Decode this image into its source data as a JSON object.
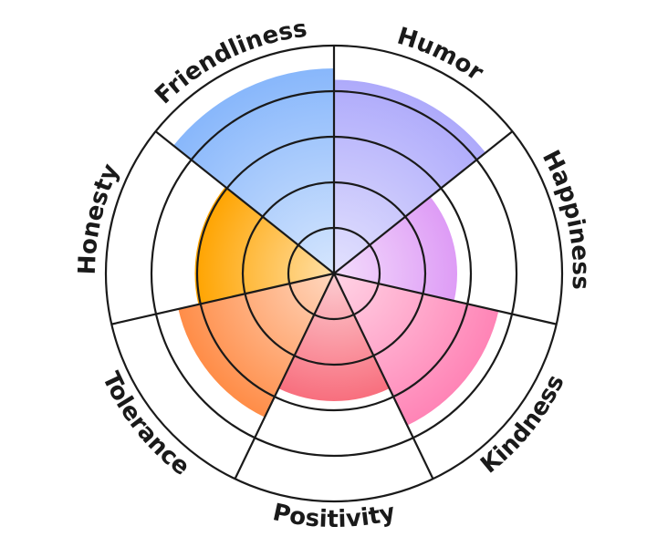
{
  "chart_data": {
    "type": "polar-area",
    "title": "",
    "categories": [
      "Humor",
      "Happiness",
      "Kindness",
      "Positivity",
      "Tolerance",
      "Honesty",
      "Friendliness"
    ],
    "values": [
      4.25,
      2.7,
      3.7,
      2.8,
      3.5,
      3.05,
      4.5
    ],
    "colors": [
      "#aeaafb",
      "#de9cf6",
      "#ff84b6",
      "#f86f7e",
      "#ff8d48",
      "#ffa400",
      "#88b7fb"
    ],
    "rlim": [
      0,
      5
    ],
    "rings": [
      1,
      2,
      3,
      4,
      5
    ],
    "grid": true,
    "legend": "none"
  }
}
